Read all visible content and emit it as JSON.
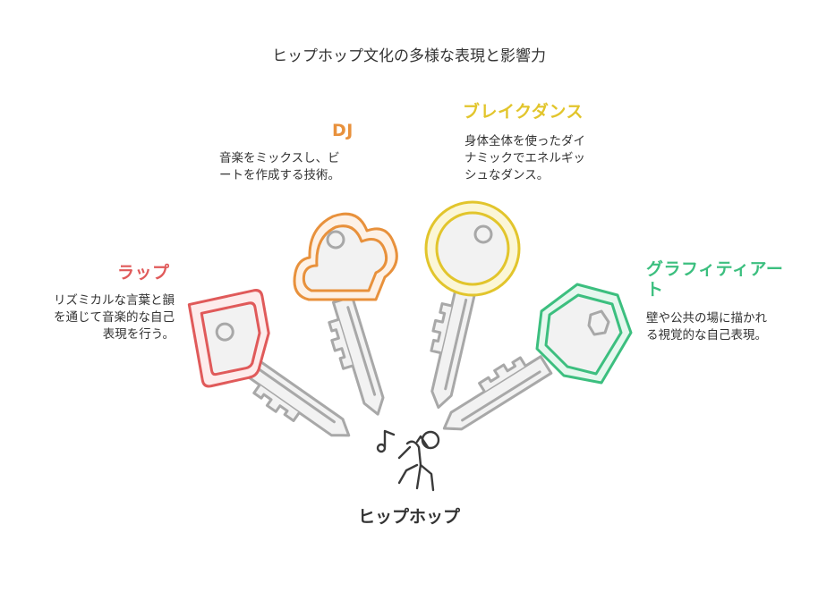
{
  "title": "ヒップホップ文化の多様な表現と影響力",
  "hub": {
    "label": "ヒップホップ"
  },
  "elements": [
    {
      "id": "rap",
      "name": "ラップ",
      "color": "#e05a5a",
      "fill": "#fdecec",
      "desc_lines": [
        "リズミカルな言葉と韻",
        "を通じて音楽的な自己",
        "表現を行う。"
      ]
    },
    {
      "id": "dj",
      "name": "DJ",
      "color": "#e8913c",
      "fill": "#fdf1e6",
      "desc_lines": [
        "音楽をミックスし、ビ",
        "ートを作成する技術。"
      ]
    },
    {
      "id": "breakdance",
      "name": "ブレイクダンス",
      "color": "#e2c52c",
      "fill": "#fbf6d6",
      "desc_lines": [
        "身体全体を使ったダイ",
        "ナミックでエネルギッ",
        "シュなダンス。"
      ]
    },
    {
      "id": "graffiti",
      "name_lines": [
        "グラフィティアー",
        "ト"
      ],
      "color": "#3cbf7f",
      "fill": "#e6f7ee",
      "desc_lines": [
        "壁や公共の場に描かれ",
        "る視覚的な自己表現。"
      ]
    }
  ]
}
